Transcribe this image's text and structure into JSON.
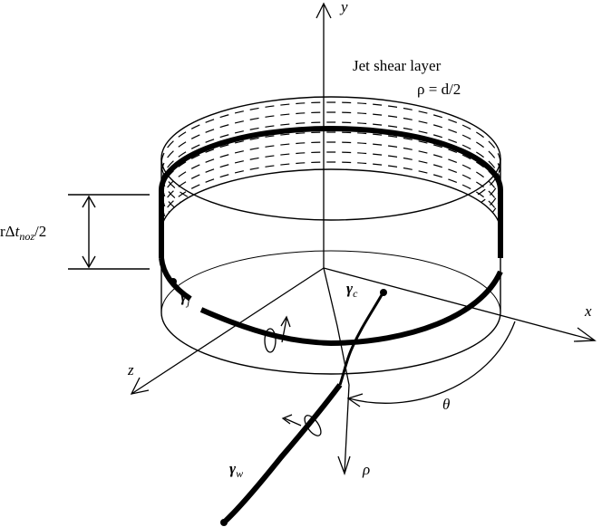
{
  "labels": {
    "y_axis": "y",
    "x_axis": "x",
    "z_axis": "z",
    "rho_axis": "ρ",
    "theta": "θ",
    "title_line1": "Jet shear layer",
    "title_line2": "ρ = d/2",
    "thickness_prefix": "rΔ",
    "thickness_t": "t",
    "thickness_sub": "noz",
    "thickness_suffix": "/2",
    "gamma_symbol": "γ",
    "gamma_j_sub": "j",
    "gamma_c_sub": "c",
    "gamma_w_sub": "w"
  },
  "colors": {
    "line": "#000000",
    "background": "#ffffff"
  }
}
